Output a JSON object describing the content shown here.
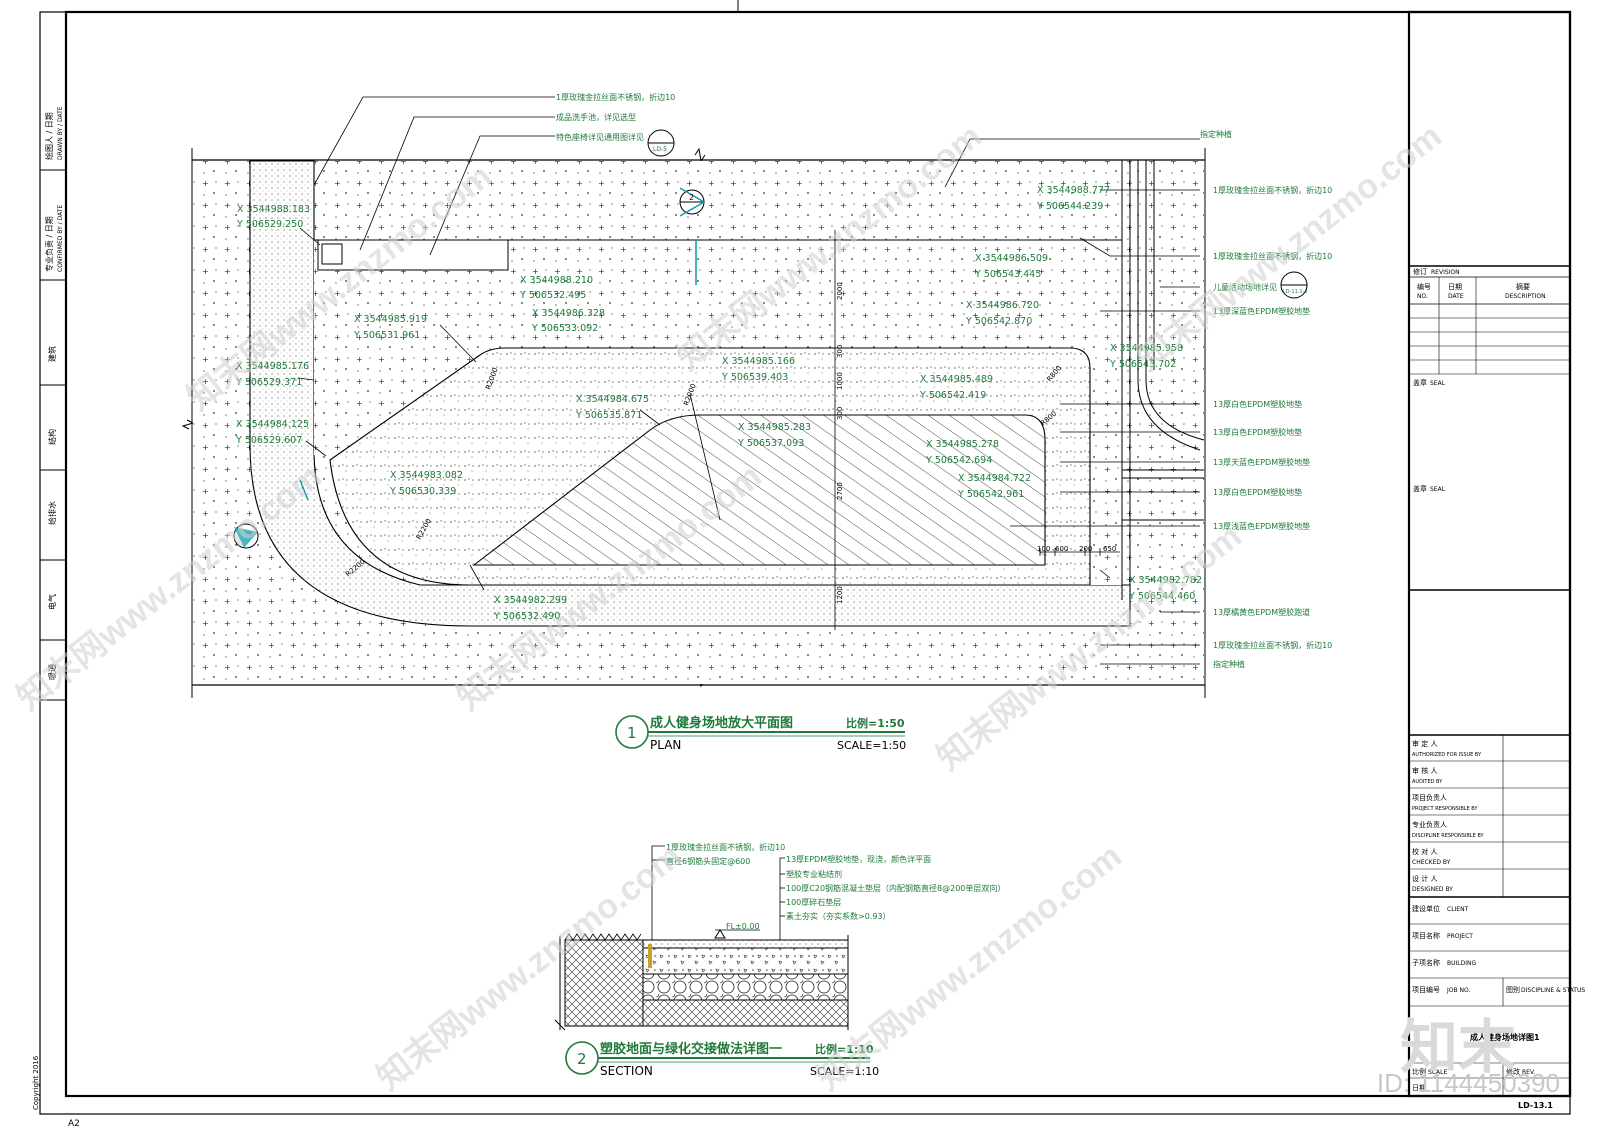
{
  "left_strip": {
    "labels": [
      "绘图人 / 日期",
      "DRAWN BY / DATE",
      "专业负责 / 日期",
      "CONFIRMED BY / DATE",
      "建筑",
      "结构",
      "给排水",
      "电气",
      "暖通"
    ],
    "copyright": "Copyright 2016",
    "sheet_size": "A2"
  },
  "plan": {
    "title_cn": "成人健身场地放大平面图",
    "title_en": "PLAN",
    "number": "1",
    "scale_cn": "比例=1:50",
    "scale_en": "SCALE=1:50",
    "top_callouts": [
      "1厚玫瑰金拉丝面不锈钢，折边10",
      "成品洗手池，详见选型",
      "特色座椅详见通用图详见"
    ],
    "top_ref_label": "指定种植",
    "detail_bubble": "LD-5",
    "section_marker": "2",
    "right_callouts": [
      "1厚玫瑰金拉丝面不锈钢，折边10",
      "1厚玫瑰金拉丝面不锈钢，折边10",
      "儿童活动场地详见",
      "13厚深蓝色EPDM塑胶地垫",
      "13厚白色EPDM塑胶地垫",
      "13厚白色EPDM塑胶地垫",
      "13厚天蓝色EPDM塑胶地垫",
      "13厚白色EPDM塑胶地垫",
      "13厚浅蓝色EPDM塑胶地垫",
      "13厚橘黄色EPDM塑胶跑道",
      "1厚玫瑰金拉丝面不锈钢，折边10",
      "指定种植"
    ],
    "right_bubble": "LD-11.1-3",
    "coords": [
      {
        "x": "X 3544988.183",
        "y": "Y 506529.250"
      },
      {
        "x": "X 3544988.210",
        "y": "Y 506532.495"
      },
      {
        "x": "X 3544986.328",
        "y": "Y 506533.092"
      },
      {
        "x": "X 3544985.919",
        "y": "Y 506531.961"
      },
      {
        "x": "X 3544985.176",
        "y": "Y 506529.371"
      },
      {
        "x": "X 3544984.125",
        "y": "Y 506529.607"
      },
      {
        "x": "X 3544983.082",
        "y": "Y 506530.339"
      },
      {
        "x": "X 3544984.675",
        "y": "Y 506535.871"
      },
      {
        "x": "X 3544985.166",
        "y": "Y 506539.403"
      },
      {
        "x": "X 3544985.283",
        "y": "Y 506537.093"
      },
      {
        "x": "X 3544988.777",
        "y": "Y 506544.239"
      },
      {
        "x": "X 3544986.509",
        "y": "Y 506543.445"
      },
      {
        "x": "X 3544986.720",
        "y": "Y 506542.870"
      },
      {
        "x": "X 3544985.958",
        "y": "Y 506543.702"
      },
      {
        "x": "X 3544985.489",
        "y": "Y 506542.419"
      },
      {
        "x": "X 3544985.278",
        "y": "Y 506542.694"
      },
      {
        "x": "X 3544984.722",
        "y": "Y 506542.961"
      },
      {
        "x": "X 3544982.299",
        "y": "Y 506532.490"
      },
      {
        "x": "X 3544982.782",
        "y": "Y 506544.460"
      }
    ],
    "dims_vertical": [
      "2000",
      "300",
      "1000",
      "300",
      "2700",
      "1200"
    ],
    "dims_bottom": [
      "100",
      "600",
      "200",
      "650"
    ],
    "radii": [
      "R2000",
      "R2000",
      "R800",
      "R800",
      "R2200",
      "R2200"
    ]
  },
  "section": {
    "title_cn": "塑胶地面与绿化交接做法详图一",
    "title_en": "SECTION",
    "number": "2",
    "scale_cn": "比例=1:10",
    "scale_en": "SCALE=1:10",
    "callouts_left": [
      "1厚玫瑰金拉丝面不锈钢，折边10",
      "直径6钢筋头固定@600"
    ],
    "callouts_right": [
      "13厚EPDM塑胶地垫，现浇，颜色详平面",
      "塑胶专业粘结剂",
      "100厚C20钢筋混凝土垫层（内配钢筋直径8@200单层双向）",
      "100厚碎石垫层",
      "素土夯实（夯实系数>0.93）"
    ],
    "level": "FL±0.00"
  },
  "title_block": {
    "revision_cn": "修订",
    "revision_en": "REVISION",
    "rev_cols": [
      {
        "cn": "编号",
        "en": "NO."
      },
      {
        "cn": "日期",
        "en": "DATE"
      },
      {
        "cn": "摘要",
        "en": "DESCRIPTION"
      }
    ],
    "seal1_cn": "盖章",
    "seal1_en": "SEAL",
    "seal2_cn": "盖章",
    "seal2_en": "SEAL",
    "roles": [
      {
        "cn": "审 定 人",
        "en": "AUTHORIZED FOR ISSUE BY"
      },
      {
        "cn": "审 核 人",
        "en": "AUDITED BY"
      },
      {
        "cn": "项目负责人",
        "en": "PROJECT RESPONSIBLE BY"
      },
      {
        "cn": "专业负责人",
        "en": "DISCIPLINE RESPONSIBLE BY"
      },
      {
        "cn": "校 对 人",
        "en": "CHECKED BY"
      },
      {
        "cn": "设 计 人",
        "en": "DESIGNED BY"
      }
    ],
    "client_cn": "建设单位",
    "client_en": "CLIENT",
    "project_cn": "项目名称",
    "project_en": "PROJECT",
    "building_cn": "子项名称",
    "building_en": "BUILDING",
    "job_cn": "项目编号",
    "job_en": "JOB NO.",
    "disc_cn": "图别",
    "disc_en": "DISCIPLINE & STATUS",
    "drawing_title": "成人健身场地详图1",
    "scale_cn": "比例",
    "scale_en": "SCALE",
    "rev_cn": "修改",
    "rev_en": "REV.",
    "date_cn": "日期",
    "sheet_no": "LD-13.1"
  },
  "watermark": {
    "text": "知末网www.znzmo.com",
    "logo": "知末",
    "id": "ID: 1144450390"
  }
}
